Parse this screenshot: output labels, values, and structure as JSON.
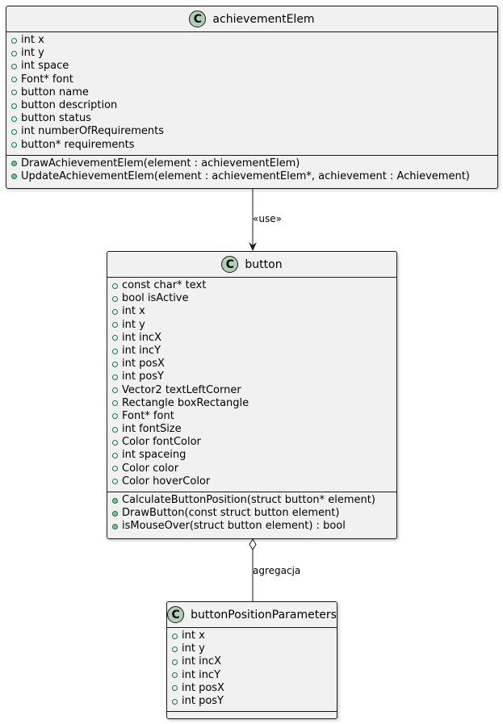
{
  "classes": {
    "achievementElem": {
      "name": "achievementElem",
      "icon": "class-c-icon",
      "icon_letter": "C",
      "attributes": [
        "int x",
        "int y",
        "int space",
        "Font* font",
        "button name",
        "button description",
        "button status",
        "int numberOfRequirements",
        "button* requirements"
      ],
      "methods": [
        "DrawAchievementElem(element : achievementElem)",
        "UpdateAchievementElem(element : achievementElem*, achievement : Achievement)"
      ]
    },
    "button": {
      "name": "button",
      "icon": "class-c-icon",
      "icon_letter": "C",
      "attributes": [
        "const char* text",
        "bool isActive",
        "int x",
        "int y",
        "int incX",
        "int incY",
        "int posX",
        "int posY",
        "Vector2 textLeftCorner",
        "Rectangle boxRectangle",
        "Font* font",
        "int fontSize",
        "Color fontColor",
        "int spaceing",
        "Color color",
        "Color hoverColor"
      ],
      "methods": [
        "CalculateButtonPosition(struct button* element)",
        "DrawButton(const struct button element)",
        "isMouseOver(struct button element) : bool"
      ]
    },
    "buttonPositionParameters": {
      "name": "buttonPositionParameters",
      "icon": "class-c-icon",
      "icon_letter": "C",
      "attributes": [
        "int x",
        "int y",
        "int incX",
        "int incY",
        "int posX",
        "int posY"
      ],
      "methods": []
    }
  },
  "visibility_symbol": "+",
  "relations": [
    {
      "from": "achievementElem",
      "to": "button",
      "type": "dependency",
      "label": "«use»"
    },
    {
      "from": "button",
      "to": "buttonPositionParameters",
      "type": "aggregation",
      "label": "agregacja"
    }
  ],
  "colors": {
    "class_fill": "#f1f1f1",
    "class_border": "#181818",
    "badge_fill": "#add1b2",
    "attr_icon": "#038048",
    "method_icon": "#84be84"
  }
}
